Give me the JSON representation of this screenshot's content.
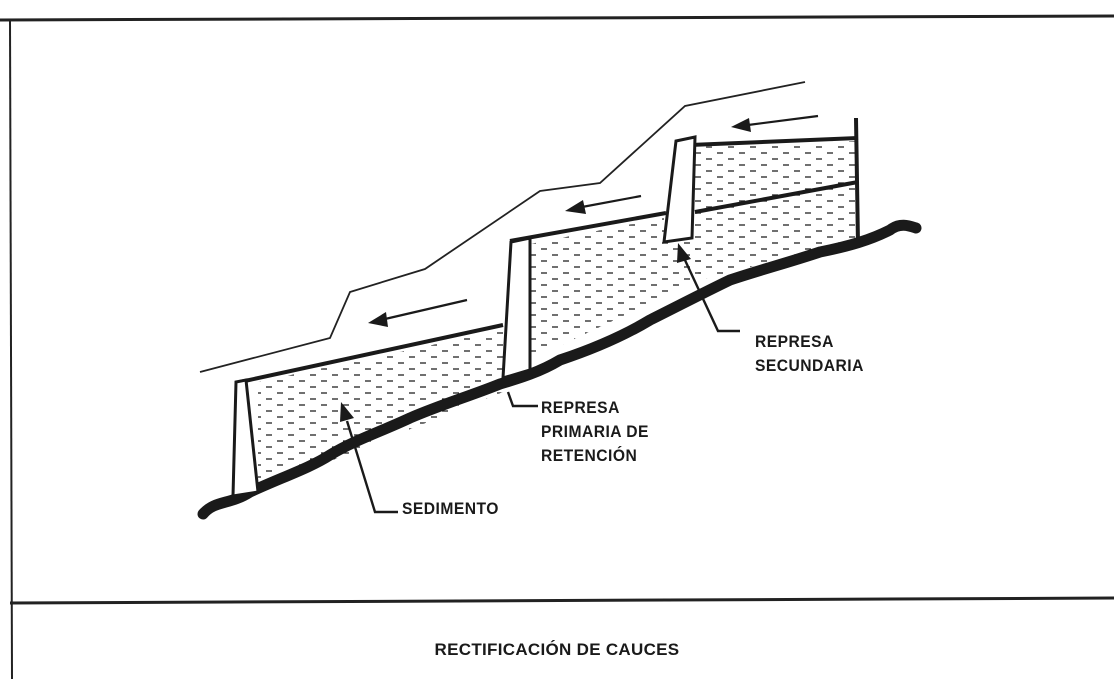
{
  "diagram": {
    "labels": {
      "sedimento": "SEDIMENTO",
      "represa_primaria": [
        "REPRESA",
        "PRIMARIA DE",
        "RETENCIÓN"
      ],
      "represa_secundaria": [
        "REPRESA",
        "SECUNDARIA"
      ]
    },
    "caption": "RECTIFICACIÓN DE CAUCES",
    "colors": {
      "ink": "#1a1a1a",
      "background": "#ffffff"
    }
  }
}
